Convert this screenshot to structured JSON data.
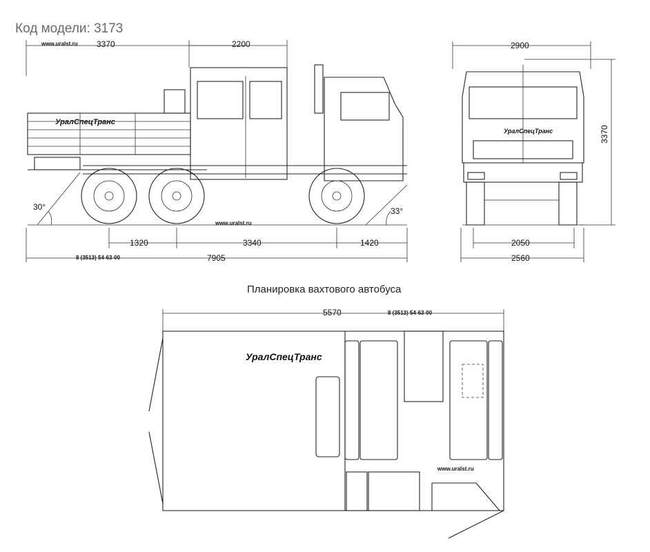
{
  "header": {
    "model_label": "Код модели: 3173"
  },
  "side_view": {
    "dim_rear_overhang": "3370",
    "dim_cab": "2200",
    "dim_wheel_1": "1320",
    "dim_wheel_2": "3340",
    "dim_front_overhang": "1420",
    "dim_total_length": "7905",
    "angle_rear": "30°",
    "angle_front": "33°",
    "website_top": "www.uralst.ru",
    "website_ground": "www.uralst.ru",
    "phone_bottom": "8 (3513) 54-63-00"
  },
  "front_view": {
    "dim_width_top": "2900",
    "dim_height": "3370",
    "dim_track": "2050",
    "dim_width_bottom": "2560"
  },
  "plan": {
    "title": "Планировка вахтового автобуса",
    "dim_length": "5570",
    "phone": "8 (3513) 54-63-00",
    "website": "www.uralst.ru"
  },
  "brand": {
    "logo_text": "УралСпецТранс"
  }
}
